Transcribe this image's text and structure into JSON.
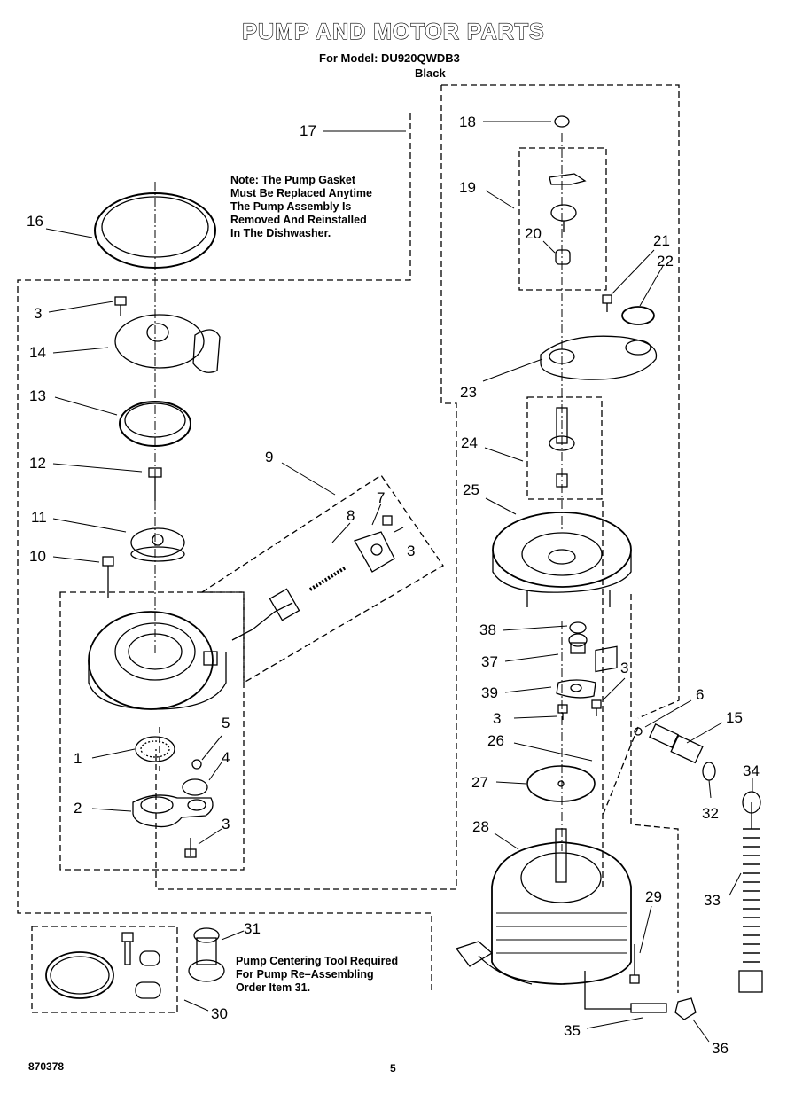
{
  "header": {
    "title": "PUMP AND MOTOR PARTS",
    "subtitle": "For Model: DU920QWDB3",
    "variant": "Black"
  },
  "notes": {
    "pump_gasket": "Note: The Pump Gasket\nMust Be Replaced Anytime\nThe Pump Assembly Is\nRemoved And Reinstalled\nIn The Dishwasher.",
    "centering_tool": "Pump Centering Tool Required\nFor Pump Re–Assembling\nOrder Item 31."
  },
  "callouts": {
    "c17": "17",
    "c18": "18",
    "c19": "19",
    "c20": "20",
    "c21": "21",
    "c22": "22",
    "c23": "23",
    "c24": "24",
    "c25": "25",
    "c16": "16",
    "c3a": "3",
    "c14": "14",
    "c13": "13",
    "c12": "12",
    "c11": "11",
    "c10": "10",
    "c9": "9",
    "c8": "8",
    "c7": "7",
    "c3b": "3",
    "c38": "38",
    "c37": "37",
    "c39": "39",
    "c3c": "3",
    "c3d": "3",
    "c6": "6",
    "c15": "15",
    "c26": "26",
    "c27": "27",
    "c28": "28",
    "c29": "29",
    "c5": "5",
    "c4": "4",
    "c1": "1",
    "c2": "2",
    "c3e": "3",
    "c31": "31",
    "c30": "30",
    "c32": "32",
    "c34": "34",
    "c33": "33",
    "c35": "35",
    "c36": "36"
  },
  "footer": {
    "part_number": "870378",
    "page": "5"
  }
}
